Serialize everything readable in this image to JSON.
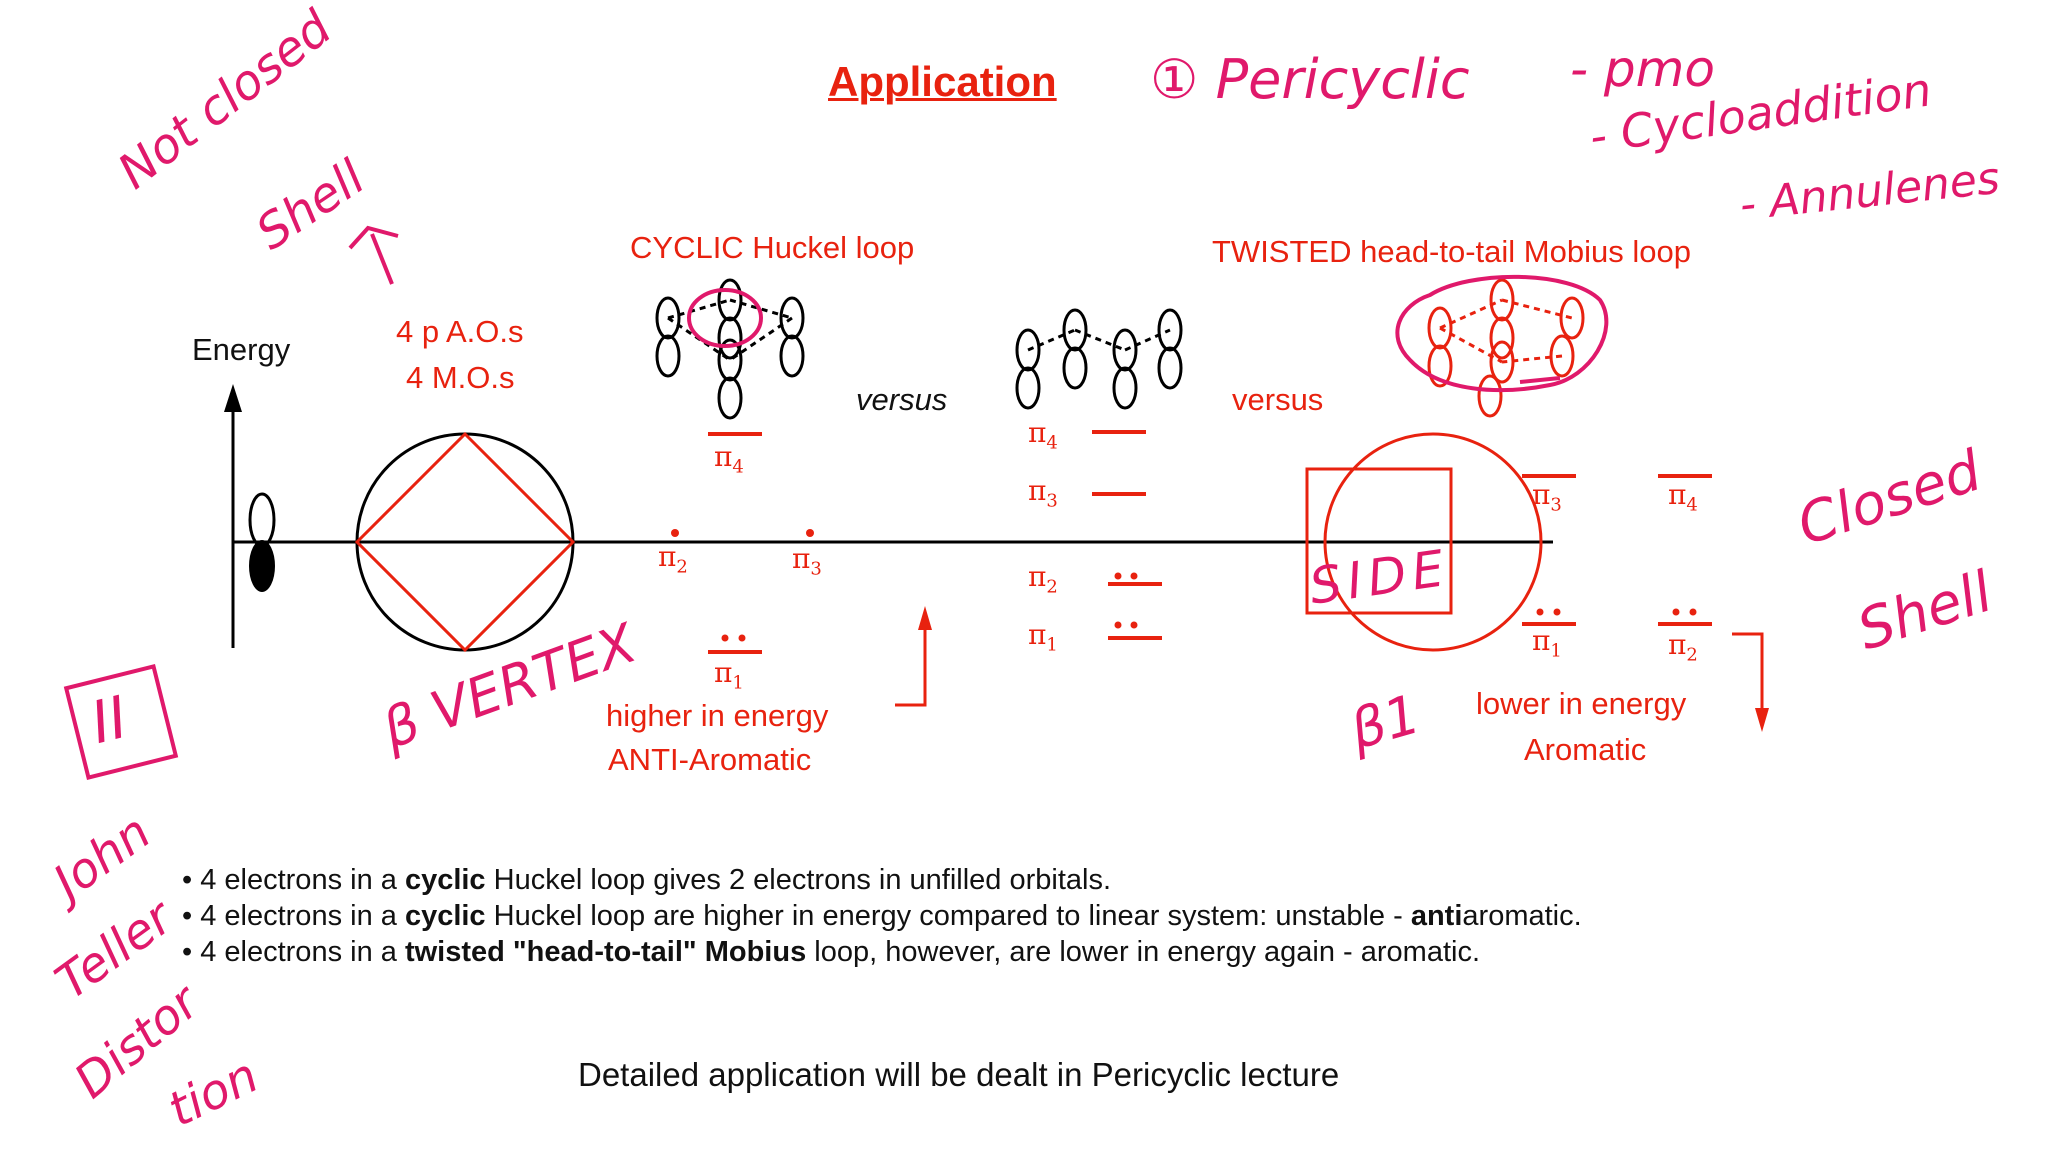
{
  "title": "Application",
  "annotations": {
    "pericyclic": "① Pericyclic",
    "pmo": "- pmo",
    "cycloaddition": "- Cycloaddition",
    "annulenes": "- Annulenes",
    "not_closed": "Not closed",
    "shell": "Shell",
    "closed": "Closed",
    "shell2": "Shell",
    "beta_vertex": "β  VERTEX",
    "side": "SIDE",
    "beta1": "β1",
    "ii_box": "II",
    "jahn_teller": [
      "John",
      "Teller",
      "Distor",
      "tion"
    ]
  },
  "diagram": {
    "energy_label": "Energy",
    "ao_label": "4 p A.O.s",
    "mo_label": "4 M.O.s",
    "cyclic_label": "CYCLIC Huckel loop",
    "twisted_label": "TWISTED head-to-tail Mobius loop",
    "versus1": "versus",
    "versus2": "versus",
    "higher_1": "higher in energy",
    "higher_2": "ANTI-Aromatic",
    "lower_1": "lower in energy",
    "lower_2": "Aromatic",
    "pi": "π",
    "huckel_levels": [
      "4",
      "2",
      "3",
      "1"
    ],
    "linear_levels": [
      "4",
      "3",
      "2",
      "1"
    ],
    "mobius_levels": [
      "3",
      "4",
      "1",
      "2"
    ]
  },
  "bullets": [
    {
      "a": "• 4 electrons in a ",
      "b": "cyclic",
      "c": " Huckel loop gives 2 electrons in unfilled orbitals.",
      "d": "",
      "e": ""
    },
    {
      "a": "• 4 electrons in a ",
      "b": "cyclic",
      "c": " Huckel loop are higher in energy compared to linear system: unstable - ",
      "d": "anti",
      "e": "aromatic."
    },
    {
      "a": "• 4 electrons in a ",
      "b": "twisted \"head-to-tail\" Mobius",
      "c": " loop, however, are lower in energy again - aromatic.",
      "d": "",
      "e": ""
    }
  ],
  "footer": "Detailed application will be dealt in Pericyclic lecture",
  "colors": {
    "red": "#e8220f",
    "pink": "#e0196b",
    "text": "#111111"
  }
}
